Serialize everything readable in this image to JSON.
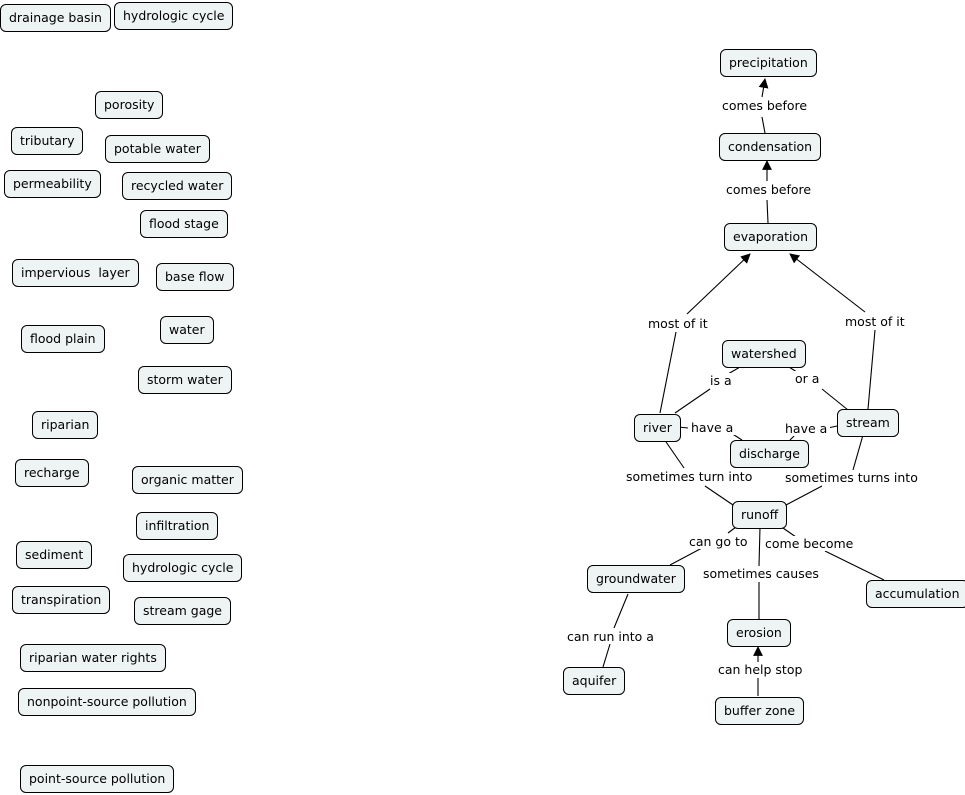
{
  "palette": {
    "node_fill": "#eef3f4",
    "node_border": "#000000",
    "link": "#000000",
    "background": "#ffffff"
  },
  "word_bank": [
    "drainage basin",
    "hydrologic cycle",
    "porosity",
    "tributary",
    "potable water",
    "permeability",
    "recycled water",
    "flood stage",
    "impervious  layer",
    "base flow",
    "flood plain",
    "water",
    "storm water",
    "riparian",
    "recharge",
    "organic matter",
    "infiltration",
    "sediment",
    "hydrologic cycle",
    "transpiration",
    "stream gage",
    "riparian water rights",
    "nonpoint-source pollution",
    "point-source pollution"
  ],
  "map": {
    "concepts": {
      "precipitation": "precipitation",
      "condensation": "condensation",
      "evaporation": "evaporation",
      "watershed": "watershed",
      "river": "river",
      "stream": "stream",
      "discharge": "discharge",
      "runoff": "runoff",
      "groundwater": "groundwater",
      "accumulation": "accumulation",
      "erosion": "erosion",
      "aquifer": "aquifer",
      "buffer_zone": "buffer zone"
    },
    "links": {
      "cond_precip": "comes before",
      "evap_cond": "comes before",
      "river_evap": "most of it",
      "stream_evap": "most of it",
      "ws_river": "is a",
      "ws_stream": "or a",
      "river_discharge": "have a",
      "stream_discharge": "have a",
      "river_runoff": "sometimes turn into",
      "stream_runoff": "sometimes turns into",
      "runoff_gw": "can go to",
      "runoff_accum": "come become",
      "runoff_erosion": "sometimes causes",
      "gw_aquifer": "can run into a",
      "buffer_erosion": "can help stop"
    }
  }
}
